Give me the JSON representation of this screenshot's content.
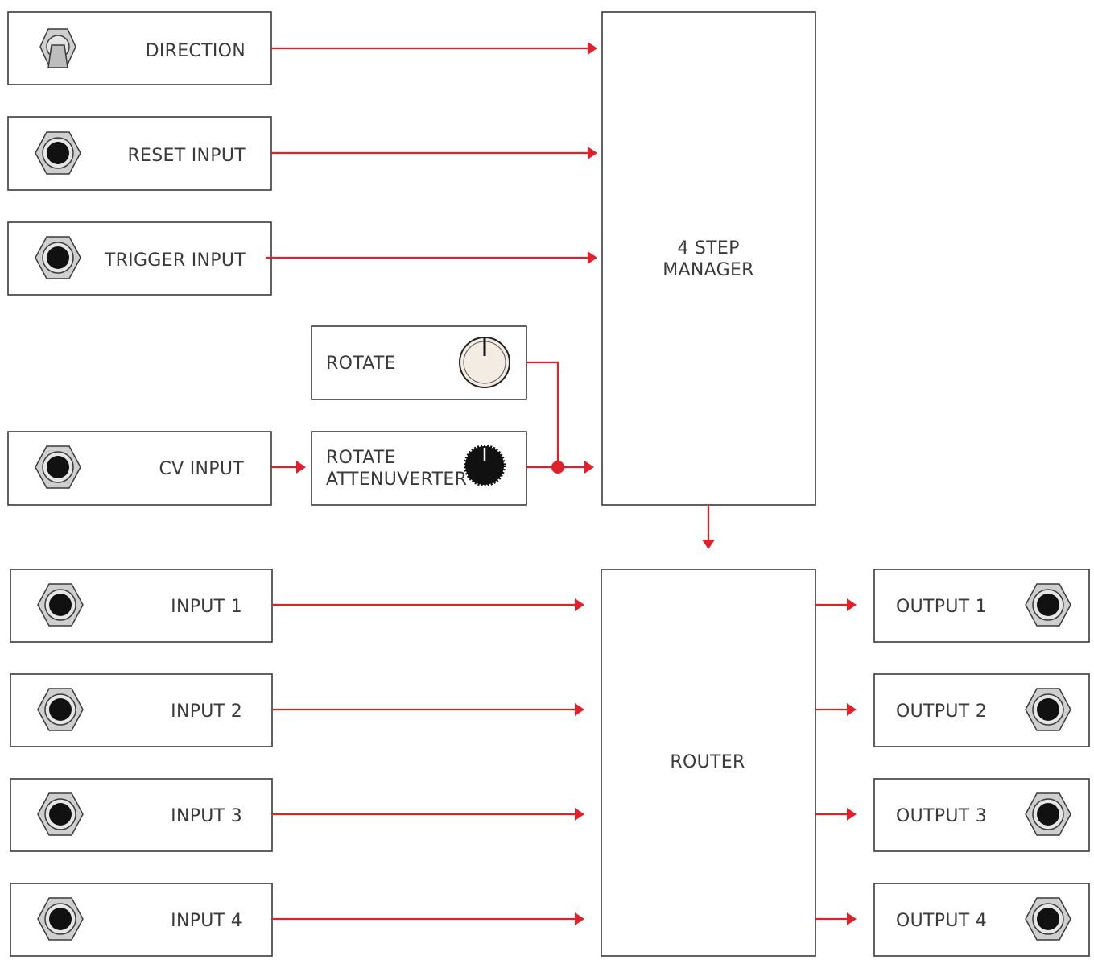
{
  "colors": {
    "wire": "#e0202a",
    "box_stroke": "#3a3a3a",
    "label": "#3a3a3a",
    "jack_nut": "#cfcfcf",
    "jack_hole": "#111111",
    "knob_light": "#f4ebe2",
    "knob_dark": "#111111"
  },
  "controls": {
    "direction": {
      "label": "DIRECTION",
      "icon": "toggle-switch-icon"
    },
    "reset": {
      "label": "RESET INPUT",
      "icon": "jack-icon"
    },
    "trigger": {
      "label": "TRIGGER INPUT",
      "icon": "jack-icon"
    },
    "rotate": {
      "label": "ROTATE",
      "icon": "knob-icon"
    },
    "cv": {
      "label": "CV INPUT",
      "icon": "jack-icon"
    },
    "attenuverter": {
      "label_line1": "ROTATE",
      "label_line2": "ATTENUVERTER",
      "icon": "knob-icon"
    }
  },
  "manager": {
    "line1": "4 STEP",
    "line2": "MANAGER"
  },
  "router": {
    "label": "ROUTER"
  },
  "inputs": [
    "INPUT 1",
    "INPUT 2",
    "INPUT 3",
    "INPUT 4"
  ],
  "outputs": [
    "OUTPUT 1",
    "OUTPUT 2",
    "OUTPUT 3",
    "OUTPUT 4"
  ]
}
